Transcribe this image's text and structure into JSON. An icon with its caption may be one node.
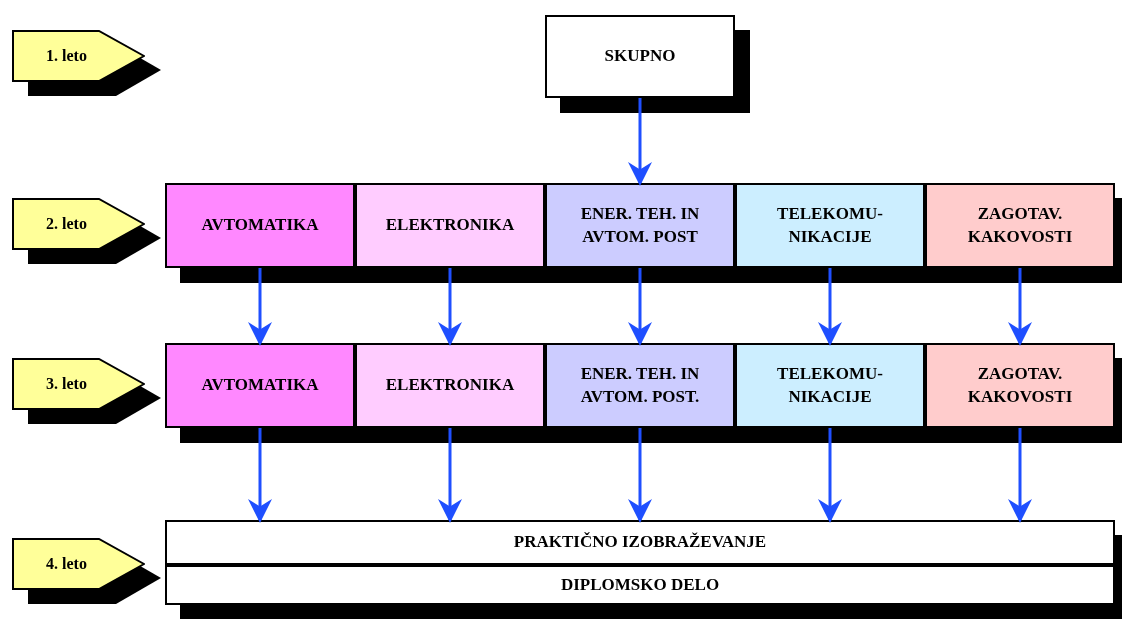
{
  "diagram": {
    "nodes": [
      {
        "text": [
          "1. leto"
        ]
      },
      {
        "text": [
          "2. leto"
        ]
      },
      {
        "text": [
          "3. leto"
        ]
      },
      {
        "text": [
          "4. leto"
        ]
      },
      {
        "text": [
          "SKUPNO"
        ]
      },
      {
        "text": [
          "AVTOMATIKA"
        ]
      },
      {
        "text": [
          "ELEKTRONIKA"
        ]
      },
      {
        "text": [
          "ENER. TEH. IN AVTOM. POST"
        ]
      },
      {
        "text": [
          "TELEKOMU- NIKACIJE"
        ]
      },
      {
        "text": [
          "ZAGOTAV. KAKOVOSTI"
        ]
      },
      {
        "text": [
          "AVTOMATIKA"
        ]
      },
      {
        "text": [
          "ELEKTRONIKA"
        ]
      },
      {
        "text": [
          "ENER. TEH. IN AVTOM. POST."
        ]
      },
      {
        "text": [
          "TELEKOMU- NIKACIJE"
        ]
      },
      {
        "text": [
          "ZAGOTAV. KAKOVOSTI"
        ]
      },
      {
        "text": [
          "PRAKTIČNO IZOBRAŽEVANJE"
        ]
      },
      {
        "text": [
          "DIPLOMSKO DELO"
        ]
      }
    ],
    "edges": [
      {
        "from": 4,
        "to": 7,
        "arrow": "to"
      },
      {
        "from": 5,
        "to": 10,
        "arrow": "to"
      },
      {
        "from": 6,
        "to": 11,
        "arrow": "to"
      },
      {
        "from": 7,
        "to": 12,
        "arrow": "to"
      },
      {
        "from": 8,
        "to": 13,
        "arrow": "to"
      },
      {
        "from": 9,
        "to": 14,
        "arrow": "to"
      },
      {
        "from": 10,
        "to": 15,
        "arrow": "to"
      },
      {
        "from": 11,
        "to": 15,
        "arrow": "to"
      },
      {
        "from": 12,
        "to": 15,
        "arrow": "to"
      },
      {
        "from": 13,
        "to": 15,
        "arrow": "to"
      },
      {
        "from": 14,
        "to": 15,
        "arrow": "to"
      }
    ]
  }
}
